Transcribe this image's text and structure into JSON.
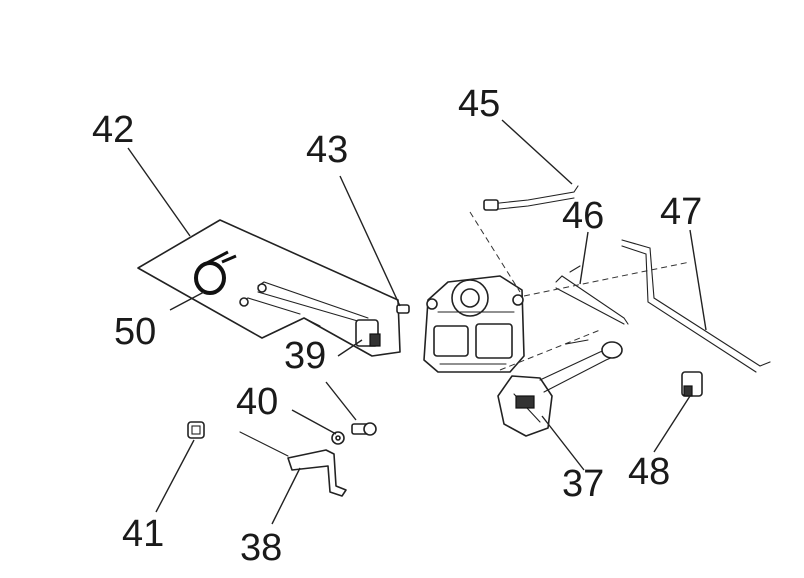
{
  "diagram": {
    "callouts": {
      "c37": "37",
      "c38": "38",
      "c39": "39",
      "c40": "40",
      "c41": "41",
      "c42": "42",
      "c43": "43",
      "c45": "45",
      "c46": "46",
      "c47": "47",
      "c48": "48",
      "c50": "50"
    }
  }
}
